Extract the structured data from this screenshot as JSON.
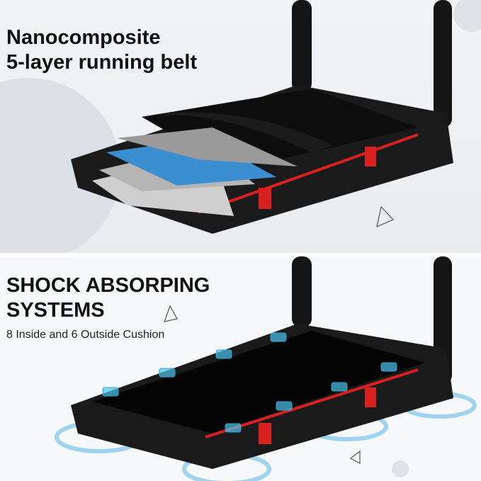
{
  "top_panel": {
    "heading_line1": "Nanocomposite",
    "heading_line2": "5-layer running belt",
    "layer_colors": [
      "#1b1b1b",
      "#9a9a9a",
      "#3b8fd1",
      "#b5b5b5",
      "#cfcfcf"
    ]
  },
  "bottom_panel": {
    "heading_line1": "SHOCK ABSORPING",
    "heading_line2": "SYSTEMS",
    "subheading": "8 Inside and 6 Outside Cushion",
    "cushion_color": "#4fc3e8"
  },
  "colors": {
    "frame": "#1a1a1a",
    "accent": "#d8211f"
  }
}
